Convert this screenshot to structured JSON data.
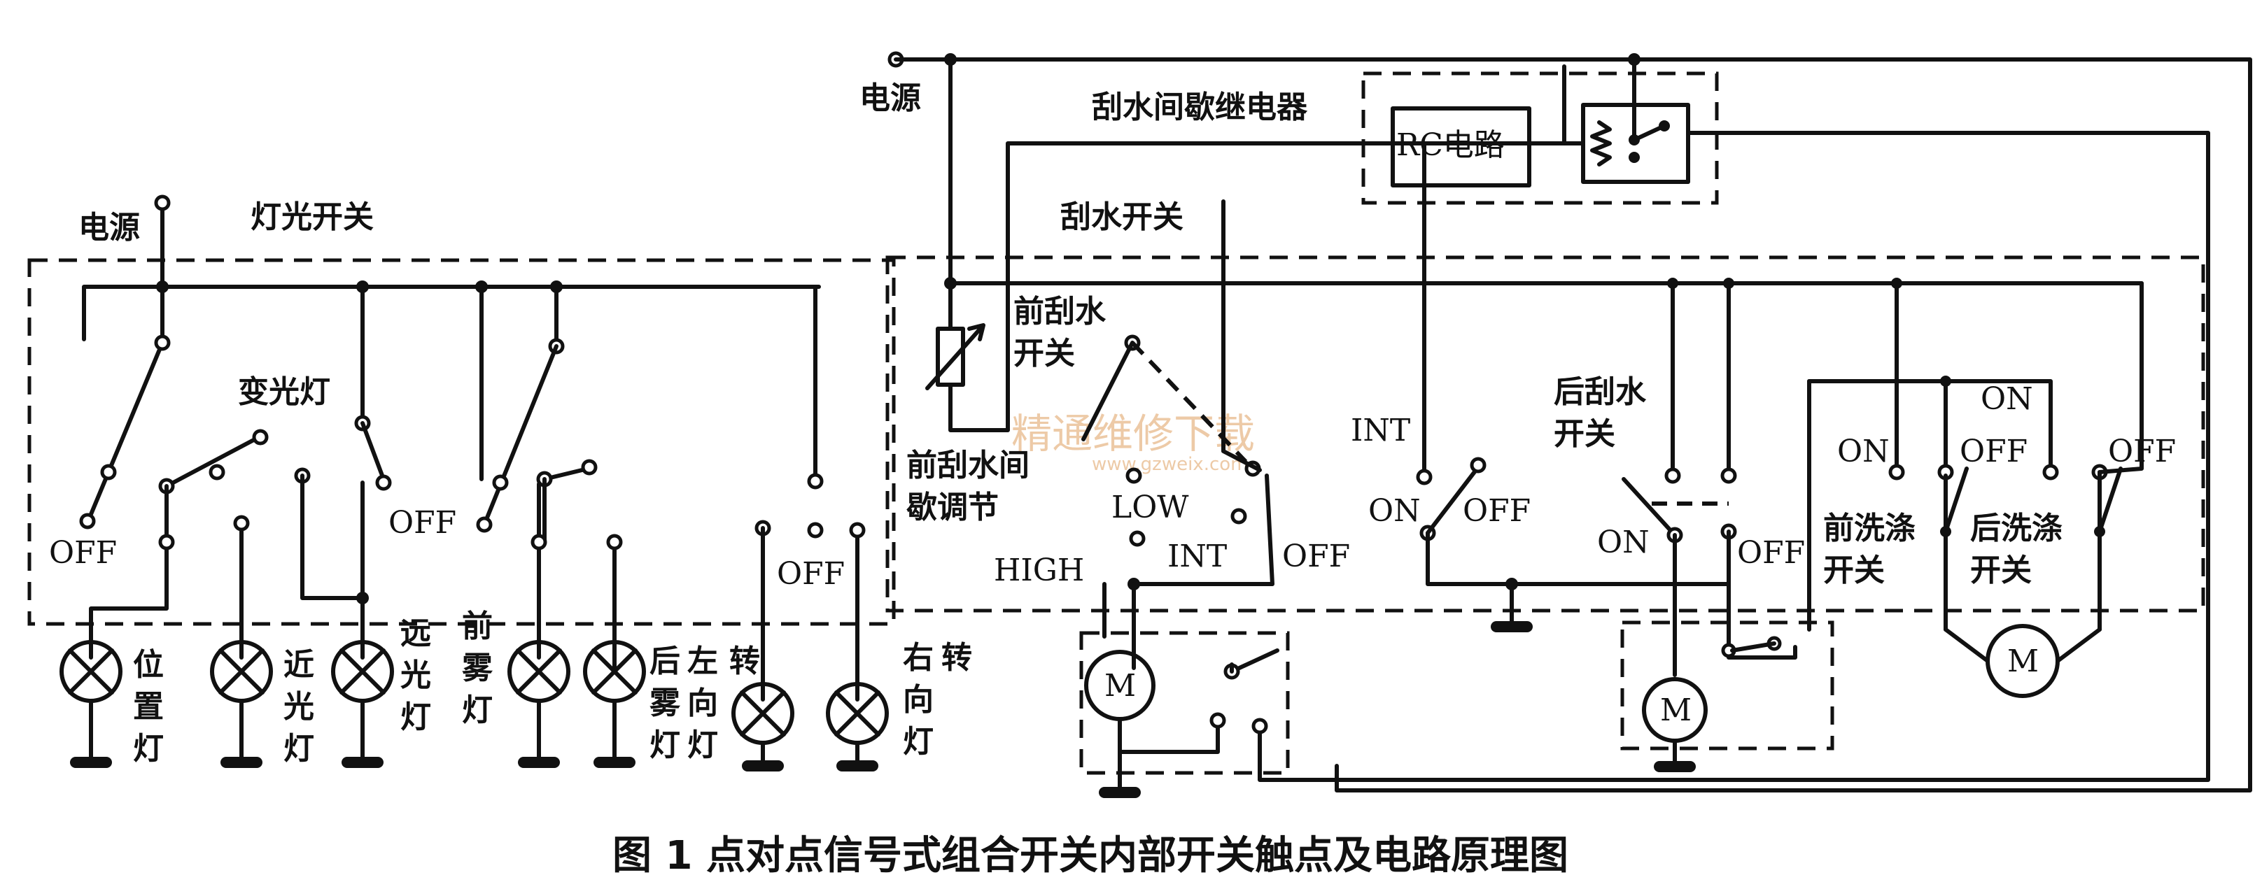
{
  "caption": "图 1   点对点信号式组合开关内部开关触点及电路原理图",
  "watermark": {
    "text": "精通维修下载",
    "url": "www.gzweix.com"
  },
  "light_switch": {
    "power_label": "电源",
    "title": "灯光开关",
    "dimmer_label": "变光灯",
    "off_labels": [
      "OFF",
      "OFF",
      "OFF"
    ],
    "lamps": [
      {
        "label": "位置灯"
      },
      {
        "label": "近光灯"
      },
      {
        "label": "远光灯"
      },
      {
        "label": "前雾灯"
      },
      {
        "label": "后雾灯"
      },
      {
        "label": "左转向灯"
      },
      {
        "label": "右转向灯"
      }
    ]
  },
  "wiper": {
    "power_label": "电源",
    "relay_title": "刮水间歇继电器",
    "rc_circuit": "RC电路",
    "switch_title": "刮水开关",
    "front_wiper_switch": "前刮水开关",
    "front_interval_adjust": "前刮水间歇调节",
    "low": "LOW",
    "high": "HIGH",
    "int": "INT",
    "off": "OFF",
    "int_switch": {
      "int": "INT",
      "on": "ON",
      "off": "OFF"
    },
    "rear_wiper_switch": "后刮水开关",
    "rear_on": "ON",
    "rear_off": "OFF",
    "front_washer": {
      "title": "前洗涤开关",
      "on": "ON",
      "off": "OFF"
    },
    "rear_washer": {
      "title": "后洗涤开关",
      "on": "ON",
      "off": "OFF"
    },
    "motor": "M"
  }
}
